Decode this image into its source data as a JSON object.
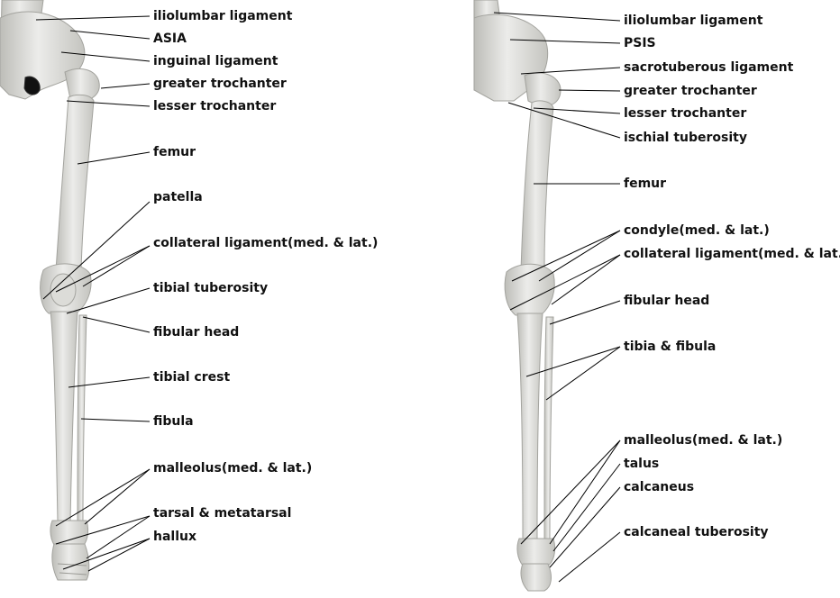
{
  "colors": {
    "bone": "#e3e3df",
    "bone_shade": "#b9b9b4",
    "bone_outline": "#9a9a95",
    "leader": "#000000",
    "text": "#111111"
  },
  "anterior": {
    "labels": [
      "iliolumbar ligament",
      "ASIA",
      "inguinal ligament",
      "greater trochanter",
      "lesser trochanter",
      "femur",
      "patella",
      "collateral ligament(med. & lat.)",
      "tibial tuberosity",
      "fibular head",
      "tibial crest",
      "fibula",
      "malleolus(med. & lat.)",
      "tarsal & metatarsal",
      "hallux"
    ]
  },
  "posterior": {
    "labels": [
      "iliolumbar ligament",
      "PSIS",
      "sacrotuberous ligament",
      "greater trochanter",
      "lesser trochanter",
      "ischial tuberosity",
      "femur",
      "condyle(med. & lat.)",
      "collateral ligament(med. & lat.)",
      "fibular head",
      "tibia & fibula",
      "malleolus(med. & lat.)",
      "talus",
      "calcaneus",
      "calcaneal tuberosity"
    ]
  }
}
